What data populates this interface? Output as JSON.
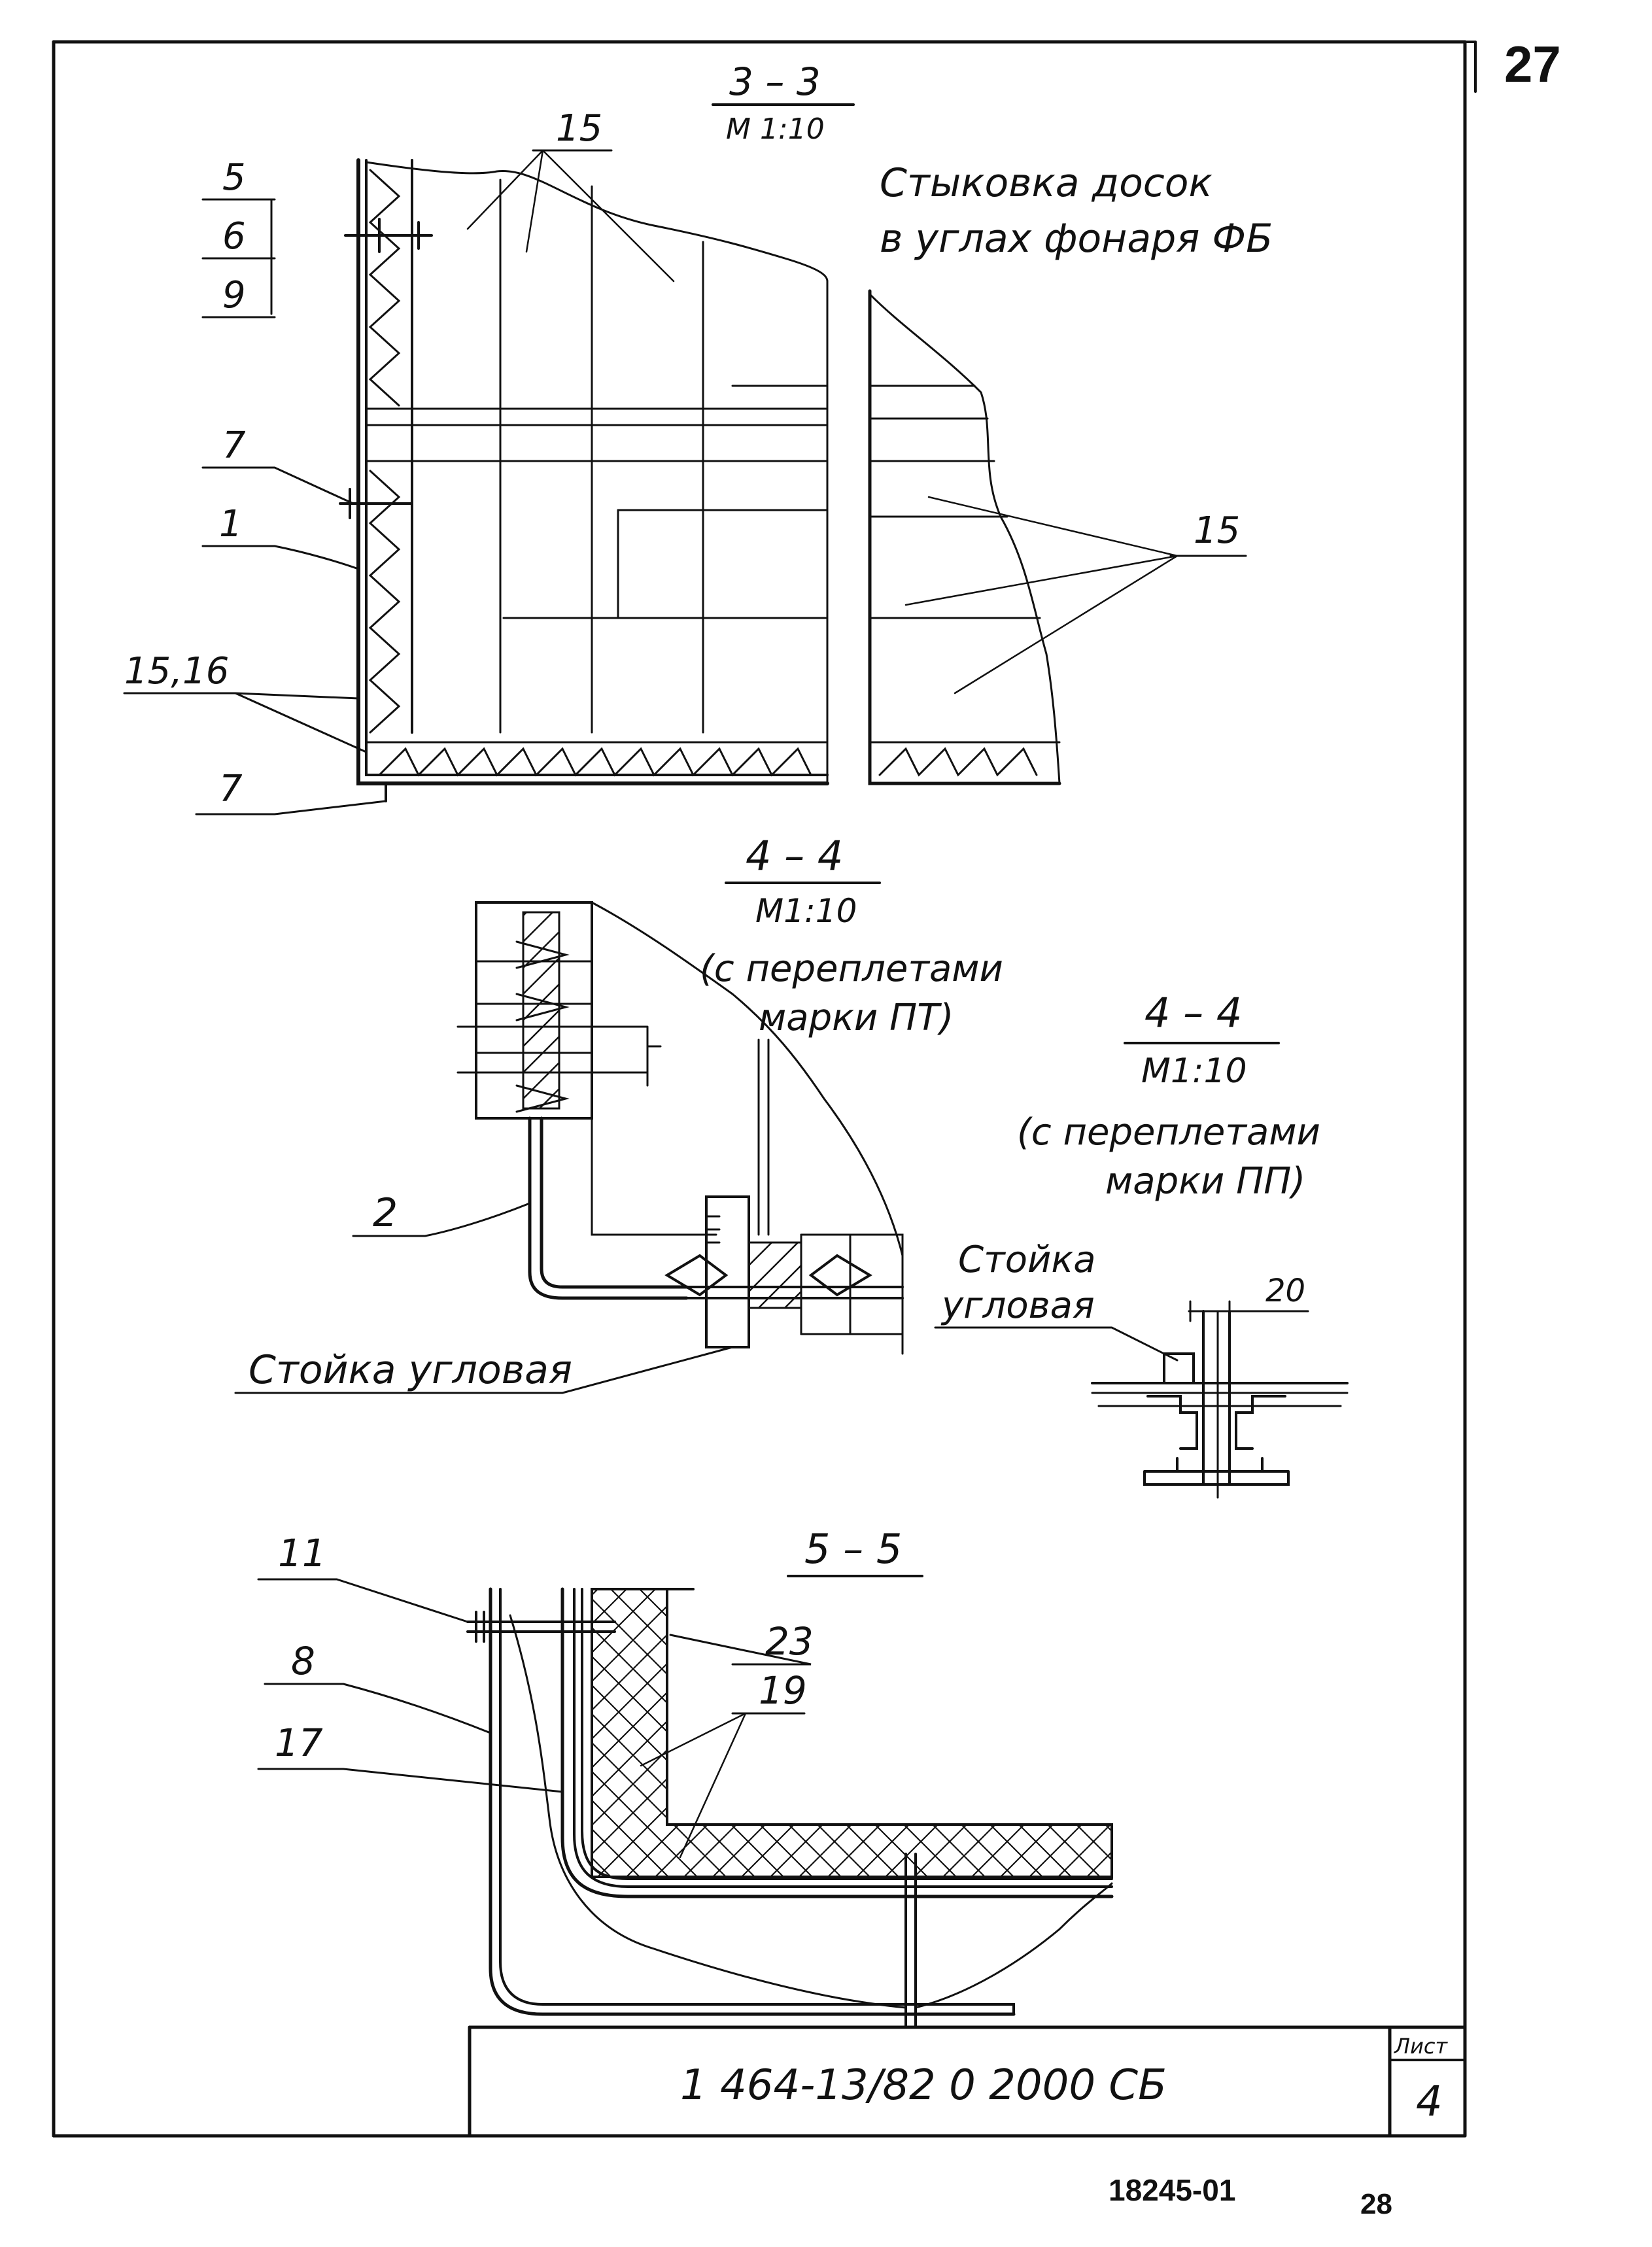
{
  "page": {
    "page_number_top": "27",
    "page_number_bottom": "28",
    "archive_code": "18245-01"
  },
  "section_3_3": {
    "title": "3 – 3",
    "scale": "М 1:10",
    "caption_line1": "Стыковка досок",
    "caption_line2": "в углах фонаря ФБ",
    "callouts": [
      "5",
      "6",
      "9",
      "15",
      "7",
      "1",
      "15,16",
      "7",
      "15"
    ]
  },
  "section_4_4_pt": {
    "title": "4 – 4",
    "scale": "М1:10",
    "note_line1": "(с переплетами",
    "note_line2": "марки ПТ)",
    "callout_2": "2",
    "corner_post": "Стойка угловая"
  },
  "section_4_4_pp": {
    "title": "4 – 4",
    "scale": "М1:10",
    "note_line1": "(с переплетами",
    "note_line2": "марки ПП)",
    "corner_post_line1": "Стойка",
    "corner_post_line2": "угловая",
    "dimension": "20"
  },
  "section_5_5": {
    "title": "5 – 5",
    "callouts": [
      "11",
      "8",
      "17",
      "23",
      "19"
    ]
  },
  "title_block": {
    "designation": "1 464-13/82 0  2000 СБ",
    "sheet_label": "Лист",
    "sheet_number": "4"
  }
}
